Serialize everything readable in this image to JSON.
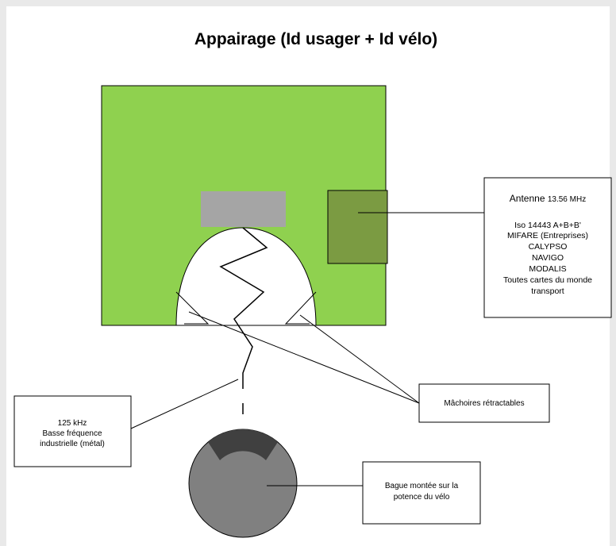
{
  "title": "Appairage (Id usager + Id vélo)",
  "antenna_box": {
    "heading_text": "Antenne ",
    "heading_freq": "13.56 MHz",
    "lines": [
      "Iso 14443 A+B+B'",
      "MIFARE (Entreprises)",
      "CALYPSO",
      "NAVIGO",
      "MODALIS",
      "Toutes cartes du monde",
      "transport"
    ]
  },
  "lf_box": {
    "lines": [
      "125 kHz",
      "Basse fréquence",
      "industrielle (métal)"
    ]
  },
  "jaws_box": {
    "label": "Mâchoires rétractables"
  },
  "ring_box": {
    "lines": [
      "Bague montée sur la",
      "potence du vélo"
    ]
  },
  "colors": {
    "background": "#e9e9e9",
    "panel": "#ffffff",
    "housing": "#8fd14f",
    "antenna": "#7b9b42",
    "slot": "#a5a5a5",
    "ring": "#808080",
    "ring_tab": "#404040"
  }
}
